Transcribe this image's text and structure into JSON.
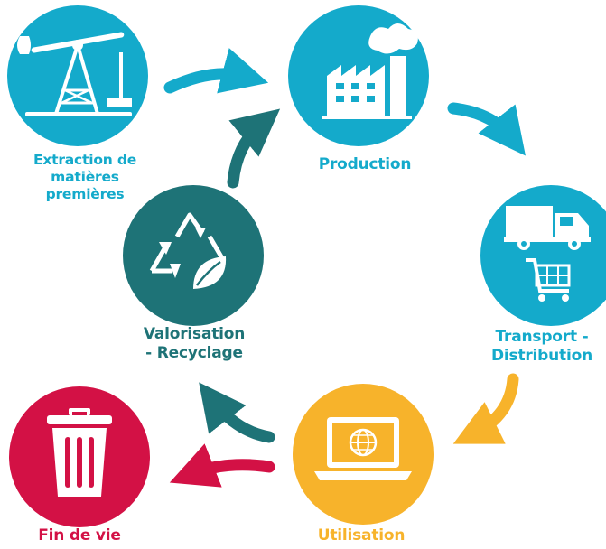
{
  "colors": {
    "cyan": "#14aacb",
    "teal": "#1e7377",
    "orange": "#f7b32b",
    "crimson": "#d31145"
  },
  "nodes": {
    "extraction": {
      "label": "Extraction de\nmatières\npremières",
      "icon": "oil-pump-icon",
      "color": "#14aacb"
    },
    "production": {
      "label": "Production",
      "icon": "factory-icon",
      "color": "#14aacb"
    },
    "transport": {
      "label": "Transport -\nDistribution",
      "icon": "truck-cart-icon",
      "color": "#14aacb"
    },
    "utilisation": {
      "label": "Utilisation",
      "icon": "laptop-globe-icon",
      "color": "#f7b32b"
    },
    "valorisation": {
      "label": "Valorisation\n- Recyclage",
      "icon": "recycle-leaf-icon",
      "color": "#1e7377"
    },
    "fin": {
      "label": "Fin de vie",
      "icon": "trash-bin-icon",
      "color": "#d31145"
    }
  },
  "flows": [
    {
      "from": "extraction",
      "to": "production"
    },
    {
      "from": "production",
      "to": "transport"
    },
    {
      "from": "transport",
      "to": "utilisation"
    },
    {
      "from": "utilisation",
      "to": "valorisation"
    },
    {
      "from": "valorisation",
      "to": "production"
    },
    {
      "from": "utilisation",
      "to": "fin"
    }
  ]
}
